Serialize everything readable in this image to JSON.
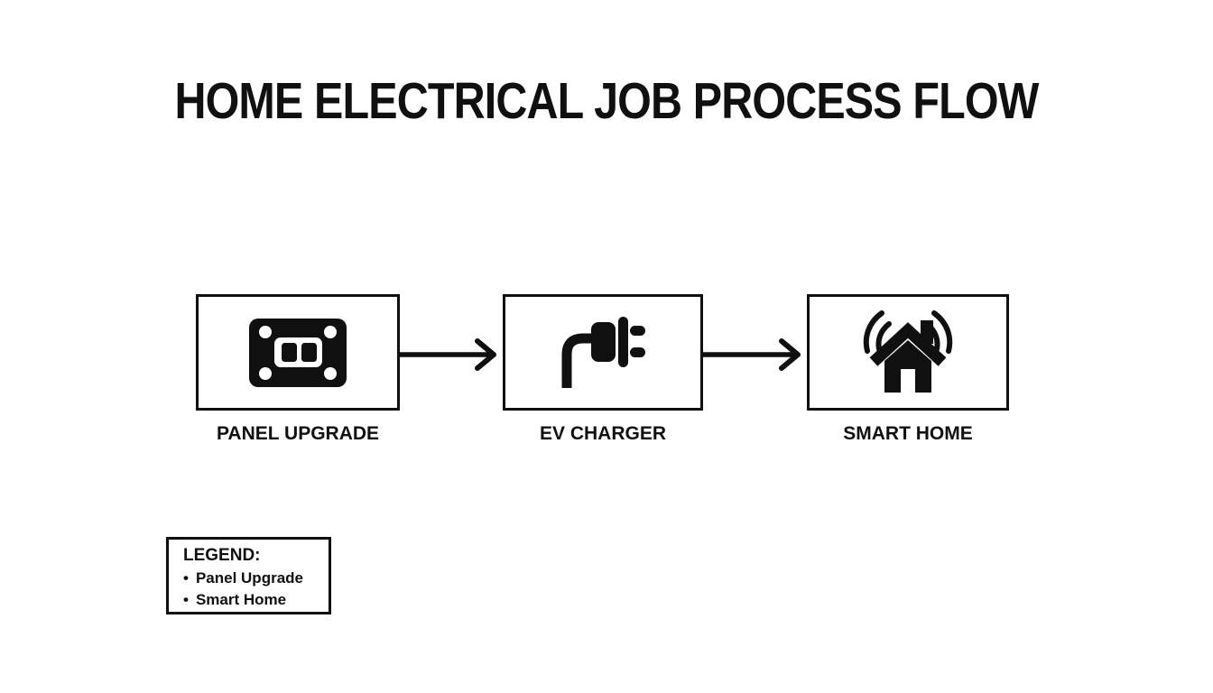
{
  "title": "HOME ELECTRICAL JOB PROCESS FLOW",
  "flow": {
    "steps": [
      {
        "label": "PANEL UPGRADE",
        "icon": "electrical-panel-icon"
      },
      {
        "label": "EV CHARGER",
        "icon": "ev-plug-icon"
      },
      {
        "label": "SMART HOME",
        "icon": "smart-home-icon"
      }
    ],
    "connector": "arrow-right"
  },
  "legend": {
    "title": "LEGEND:",
    "bullet": "•",
    "items": [
      "Panel Upgrade",
      "Smart Home"
    ]
  },
  "colors": {
    "background": "#ffffff",
    "foreground": "#101010",
    "box_border": "#101010"
  }
}
